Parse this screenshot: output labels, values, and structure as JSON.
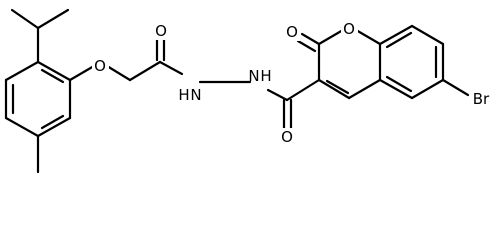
{
  "diagram": {
    "type": "chemical-structure",
    "line_color": "#000000",
    "background_color": "#ffffff",
    "atom_labels": {
      "ether_oxygen": "O",
      "amide_oxygen_left": "O",
      "hydrazide_nh_left": "H",
      "hydrazide_nh_left_n": "N",
      "hydrazide_nh_right": "H",
      "hydrazide_nh_right_n": "N",
      "amide_oxygen_right": "O",
      "lactone_carbonyl_oxygen": "O",
      "ring_oxygen": "O",
      "bromine": "Br"
    }
  }
}
